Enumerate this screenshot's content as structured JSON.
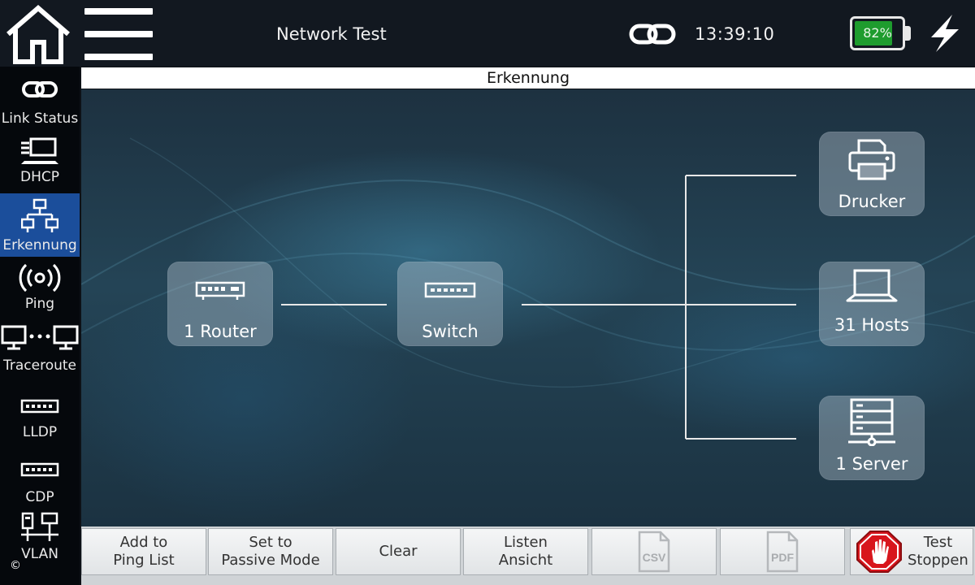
{
  "header": {
    "title": "Network Test",
    "time": "13:39:10",
    "battery_percent": "82%",
    "battery_level": 0.82,
    "icons": {
      "home": "home-icon",
      "menu": "hamburger-menu-icon",
      "link": "link-chain-icon",
      "power": "lightning-bolt-icon"
    }
  },
  "sidebar": {
    "items": [
      {
        "label": "Link Status",
        "icon": "link-chain-icon",
        "active": false
      },
      {
        "label": "DHCP",
        "icon": "dhcp-laptop-icon",
        "active": false
      },
      {
        "label": "Erkennung",
        "icon": "network-topology-icon",
        "active": true
      },
      {
        "label": "Ping",
        "icon": "broadcast-icon",
        "active": false
      },
      {
        "label": "Traceroute",
        "icon": "two-monitors-icon",
        "active": false
      },
      {
        "label": "LLDP",
        "icon": "switch-ports-icon",
        "active": false
      },
      {
        "label": "CDP",
        "icon": "switch-ports-icon",
        "active": false
      },
      {
        "label": "VLAN",
        "icon": "vlan-computers-icon",
        "active": false
      }
    ]
  },
  "section_title": "Erkennung",
  "topology": {
    "router": "1 Router",
    "switch": "Switch",
    "printer": "Drucker",
    "hosts": "31 Hosts",
    "server": "1 Server"
  },
  "toolbar": {
    "add_to_ping_line1": "Add to",
    "add_to_ping_line2": "Ping List",
    "passive_line1": "Set to",
    "passive_line2": "Passive Mode",
    "clear": "Clear",
    "list_line1": "Listen",
    "list_line2": "Ansicht",
    "csv": "CSV",
    "pdf": "PDF",
    "stop_line1": "Test",
    "stop_line2": "Stoppen"
  },
  "colors": {
    "active_sidebar": "#1b4e9b",
    "battery": "#1e9c2e",
    "stop_red": "#d8151c"
  },
  "copyright": "©"
}
